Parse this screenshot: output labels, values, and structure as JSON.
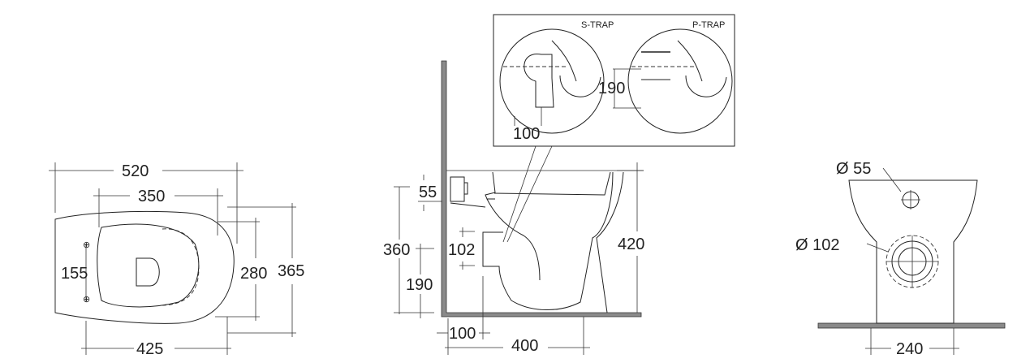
{
  "top_view": {
    "width_total": "520",
    "width_inner": "350",
    "fixing_spacing": "155",
    "seat_width": "280",
    "overall_depth": "365",
    "base_length": "425"
  },
  "side_view": {
    "inlet_height": "55",
    "outlet_height_total": "360",
    "outlet_diameter": "102",
    "overall_height": "420",
    "outlet_centre_height": "190",
    "wall_offset": "100",
    "base_depth": "400"
  },
  "inset": {
    "s_trap_label": "S-TRAP",
    "p_trap_label": "P-TRAP",
    "p_trap_height": "190",
    "s_trap_offset": "100"
  },
  "front_view": {
    "inlet_diameter": "Ø 55",
    "outlet_diameter": "Ø 102",
    "base_width": "240"
  }
}
